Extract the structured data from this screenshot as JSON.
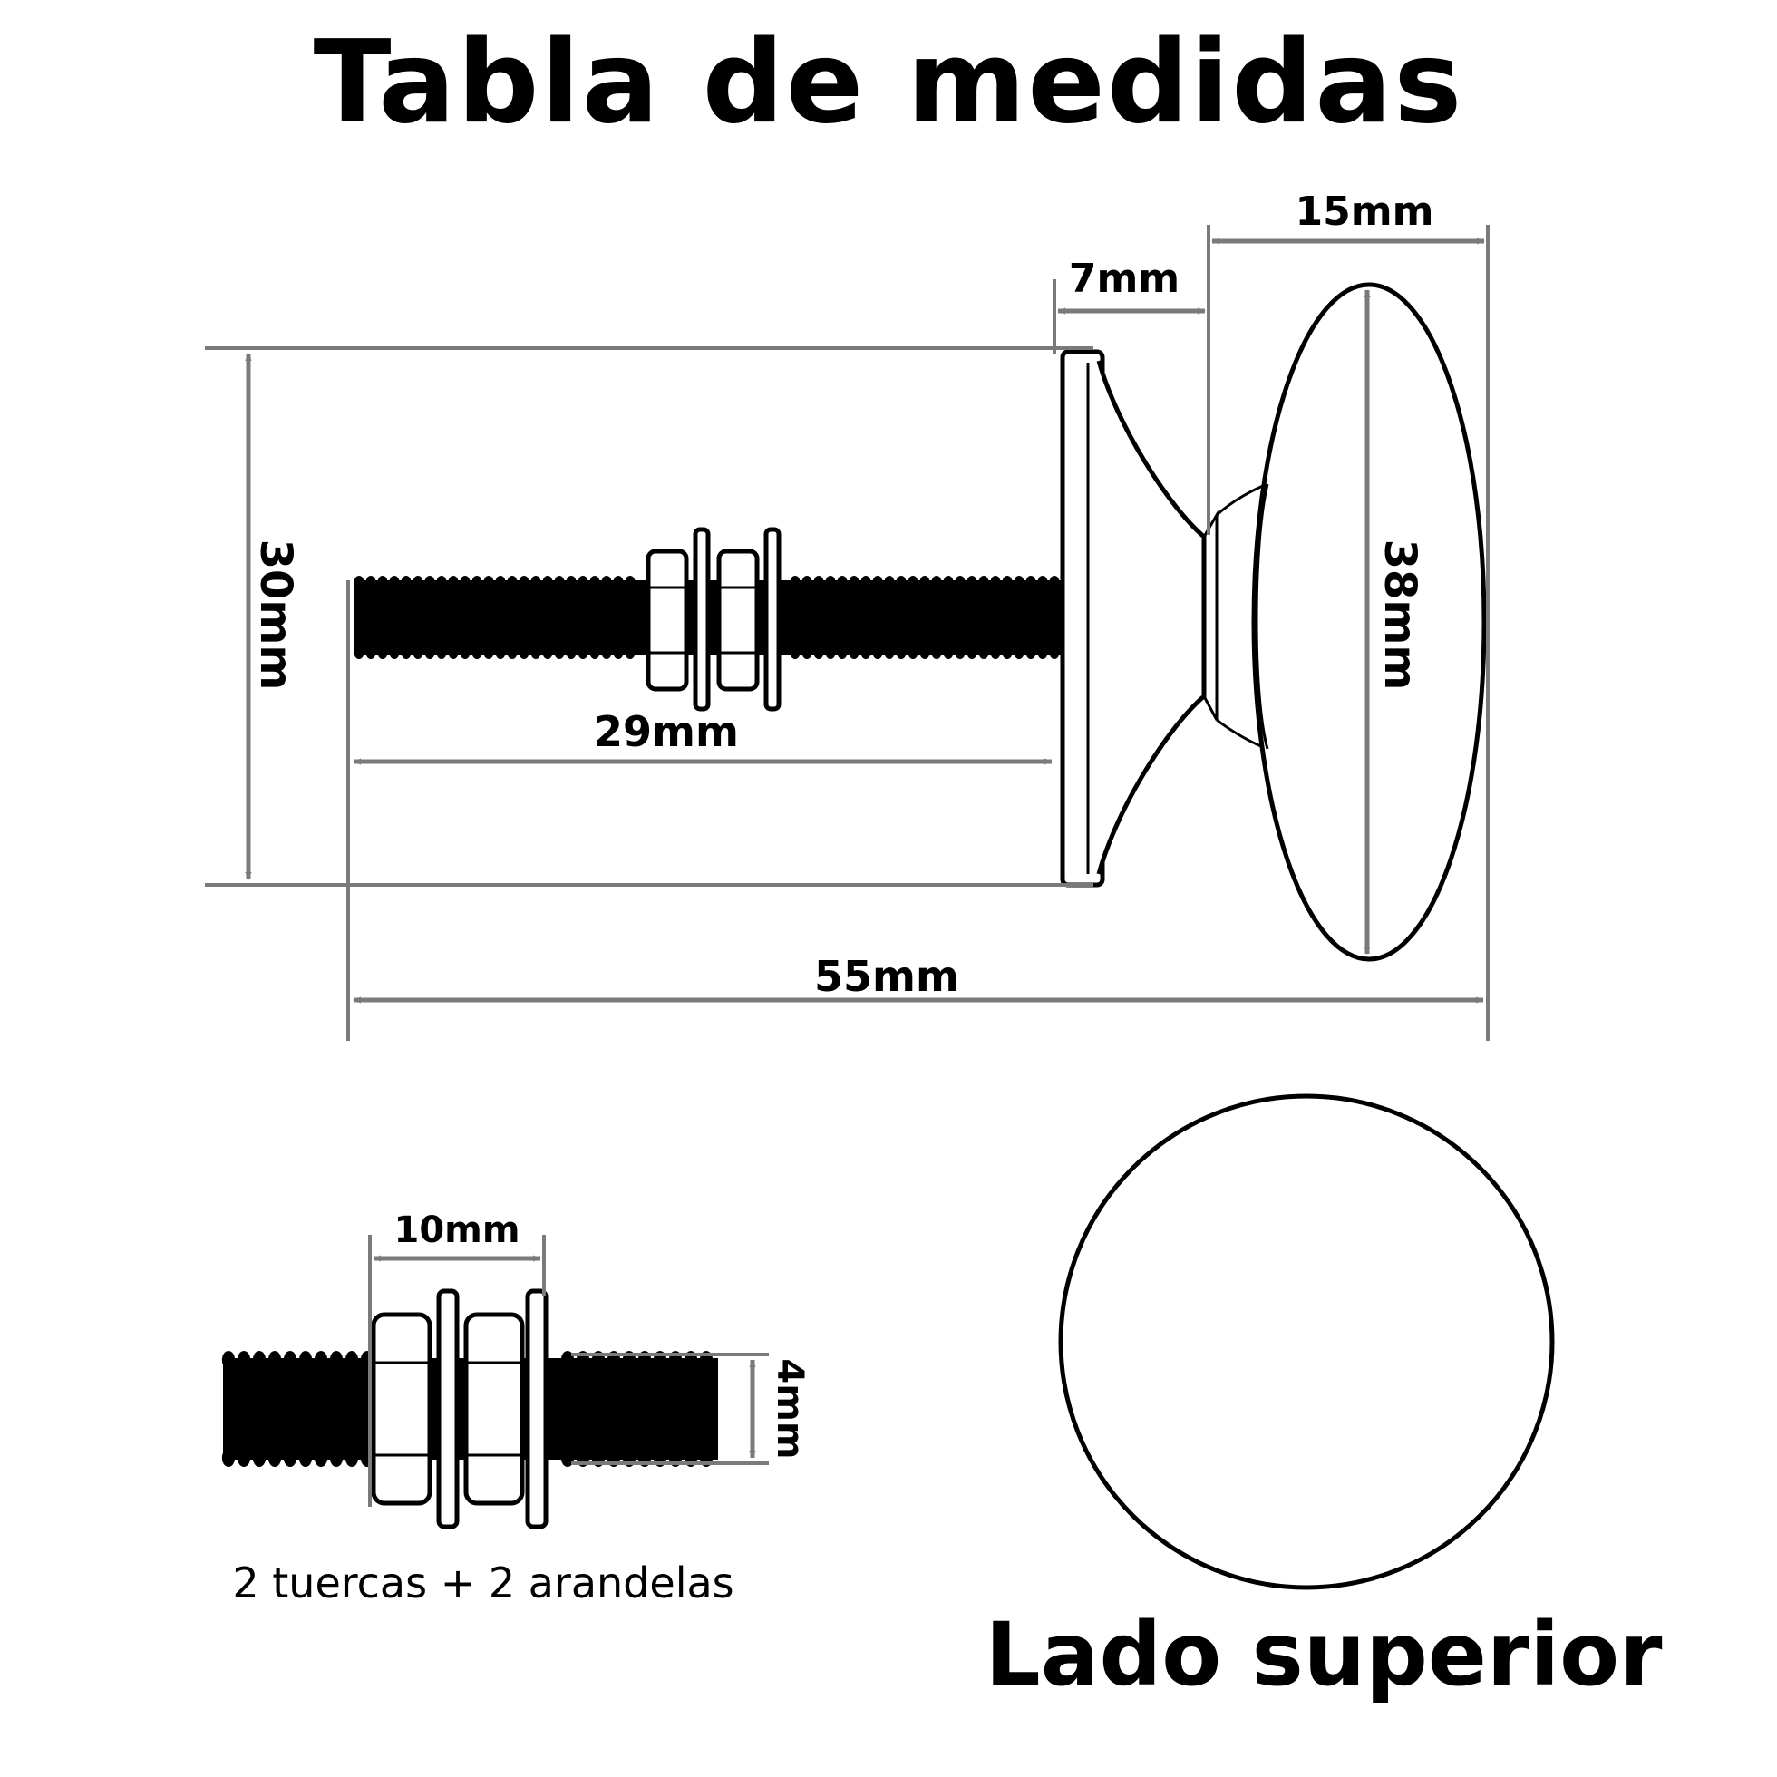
{
  "title": "Tabla de medidas",
  "dimensions": {
    "width_15": "15mm",
    "neck_7": "7mm",
    "height_30": "30mm",
    "height_38": "38mm",
    "screw_29": "29mm",
    "total_55": "55mm",
    "nut_10": "10mm",
    "thread_4": "4mm"
  },
  "hardware_caption": "2 tuercas + 2 arandelas",
  "top_view_label": "Lado superior",
  "colors": {
    "line": "#000000",
    "dimension": "#7a7a7a",
    "background": "#ffffff"
  }
}
